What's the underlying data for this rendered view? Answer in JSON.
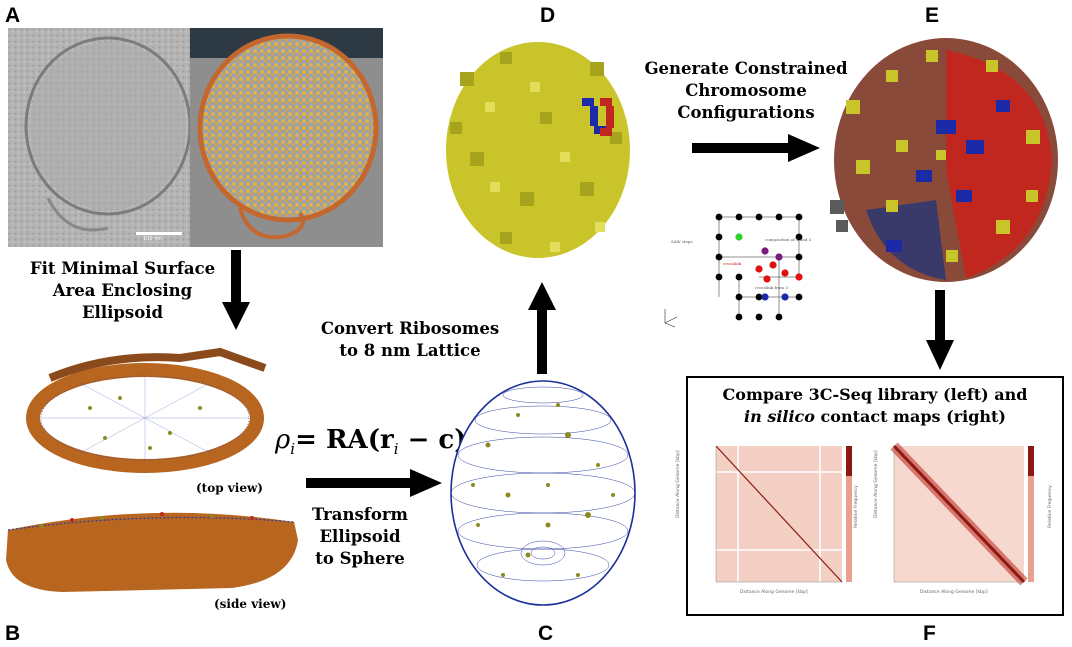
{
  "panels": {
    "a": {
      "label": "A",
      "scale_bar": "100 nm"
    },
    "b": {
      "label": "B",
      "top_view": "(top view)",
      "side_view": "(side view)"
    },
    "c": {
      "label": "C"
    },
    "d": {
      "label": "D"
    },
    "e": {
      "label": "E"
    },
    "f": {
      "label": "F"
    }
  },
  "steps": {
    "fit": [
      "Fit Minimal Surface",
      "Area Enclosing",
      "Ellipsoid"
    ],
    "convert": [
      "Convert Ribosomes",
      "to 8 nm Lattice"
    ],
    "transform": [
      "Transform",
      "Ellipsoid",
      "to Sphere"
    ],
    "generate": [
      "Generate Constrained",
      "Chromosome",
      "Configurations"
    ]
  },
  "equation": {
    "lhs": "ρ",
    "sub": "i",
    "rhs": "= RA(r",
    "sub2": "i",
    "tail": " − c)"
  },
  "compare": {
    "line1": "Compare 3C-Seq library (left) and",
    "line2_italic": "in silico",
    "line2_rest": " contact maps (right)",
    "xlabel": "Distance Along Genome [kbp]",
    "ylabel": "Distance Along Genome [kbp]",
    "cbar_label": "Relative Frequency"
  },
  "lattice_diagram": {
    "label_left": "SAW steps",
    "label_top": "composition of 1 and 3",
    "label_mid": "crosslink",
    "label_bot": "crosslink from 3"
  },
  "colors": {
    "ribosome": "#c8c42a",
    "chrom_red": "#c0271f",
    "chrom_blue": "#1d2aa8",
    "chrom_brown": "#8a4a3a",
    "cell_orange": "#b8661f",
    "sphere_blue": "#1b2f9a"
  }
}
